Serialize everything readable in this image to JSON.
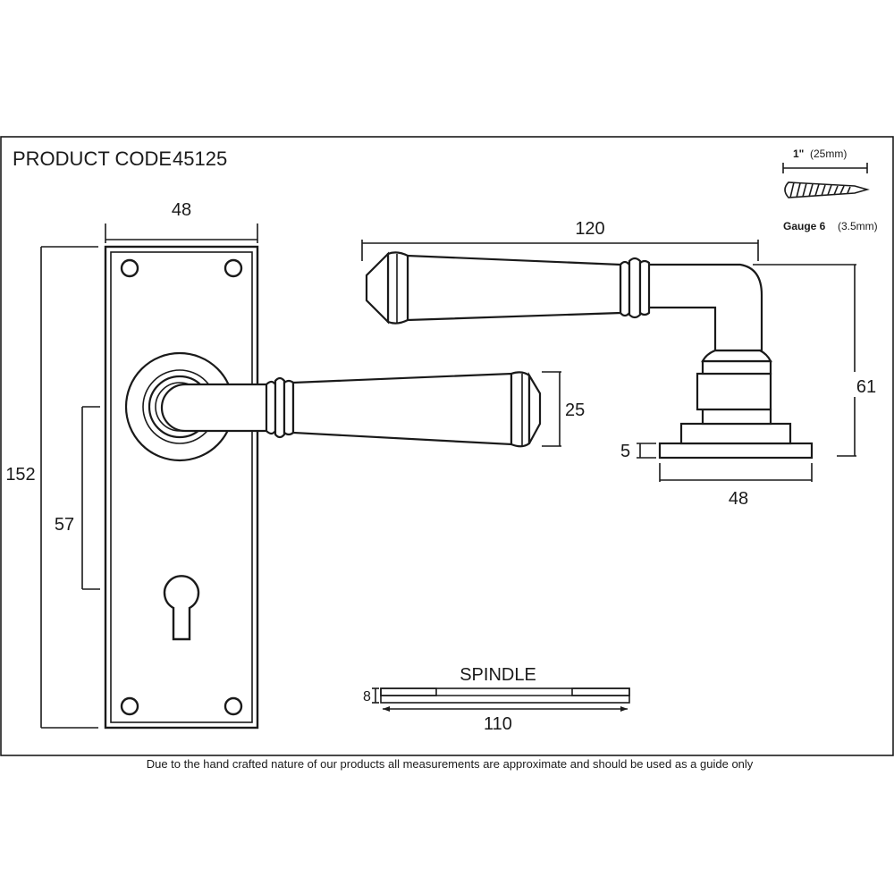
{
  "header": {
    "product_code_label": "PRODUCT CODE",
    "product_code": "45125"
  },
  "screw": {
    "length_bold": "1\"",
    "length_mm": "(25mm)",
    "gauge_bold": "Gauge 6",
    "gauge_mm": "(3.5mm)"
  },
  "dimensions": {
    "plate_width": "48",
    "plate_height": "152",
    "lever_to_keyhole": "57",
    "lever_depth": "25",
    "lever_length": "120",
    "projection": "61",
    "rose_thickness": "5",
    "rose_width": "48"
  },
  "spindle": {
    "title": "SPINDLE",
    "square": "8",
    "length": "110"
  },
  "footer": {
    "disclaimer": "Due to the hand crafted nature of our products all measurements are approximate and should be used as a guide only"
  },
  "colors": {
    "line": "#1a1a1a",
    "background": "#ffffff"
  }
}
